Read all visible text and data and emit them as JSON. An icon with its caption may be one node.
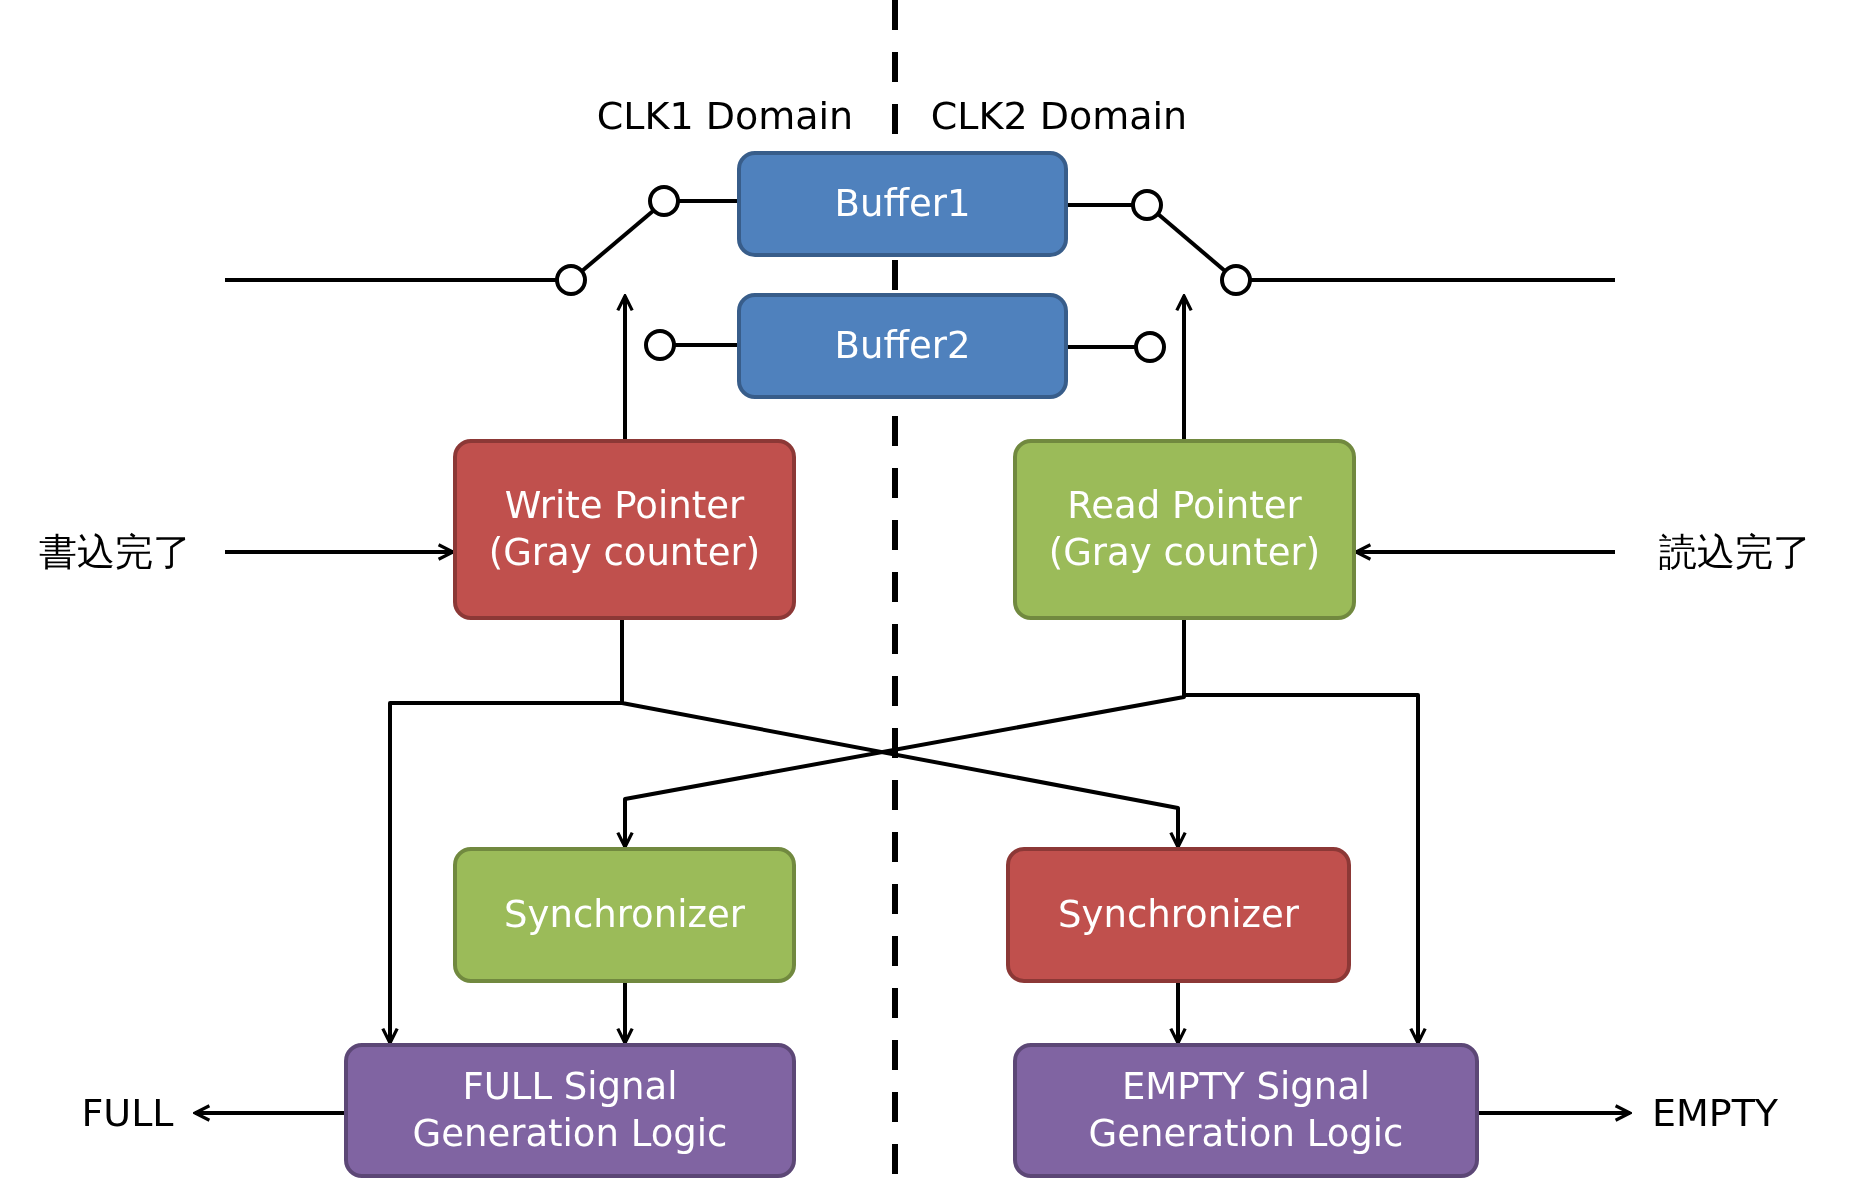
{
  "diagram": {
    "nodes": [
      {
        "text": [
          "Buffer1"
        ]
      },
      {
        "text": [
          "Buffer2"
        ]
      },
      {
        "text": [
          "Write Pointer (Gray counter)"
        ]
      },
      {
        "text": [
          "Read Pointer (Gray counter)"
        ]
      },
      {
        "text": [
          "Synchronizer"
        ]
      },
      {
        "text": [
          "Synchronizer"
        ]
      },
      {
        "text": [
          "FULL Signal Generation Logic"
        ]
      },
      {
        "text": [
          "EMPTY Signal Generation Logic"
        ]
      },
      {
        "text": [
          "書込完了"
        ]
      },
      {
        "text": [
          "読込完了"
        ]
      },
      {
        "text": [
          "FULL"
        ]
      },
      {
        "text": [
          "EMPTY"
        ]
      },
      {
        "text": [],
        "shape": "switch"
      },
      {
        "text": [],
        "shape": "switch"
      }
    ],
    "edges": [
      {
        "from": 8,
        "to": 2,
        "arrow": "to"
      },
      {
        "from": 9,
        "to": 3,
        "arrow": "to"
      },
      {
        "from": 2,
        "to": 12,
        "arrow": "to"
      },
      {
        "from": 3,
        "to": 13,
        "arrow": "to"
      },
      {
        "from": 2,
        "to": 6,
        "arrow": "to"
      },
      {
        "from": 2,
        "to": 5,
        "arrow": "to"
      },
      {
        "from": 3,
        "to": 4,
        "arrow": "to"
      },
      {
        "from": 3,
        "to": 7,
        "arrow": "to"
      },
      {
        "from": 4,
        "to": 6,
        "arrow": "to"
      },
      {
        "from": 5,
        "to": 7,
        "arrow": "to"
      },
      {
        "from": 6,
        "to": 10,
        "arrow": "to"
      },
      {
        "from": 7,
        "to": 11,
        "arrow": "to"
      }
    ],
    "labels": [
      "CLK1 Domain",
      "CLK2 Domain"
    ]
  }
}
